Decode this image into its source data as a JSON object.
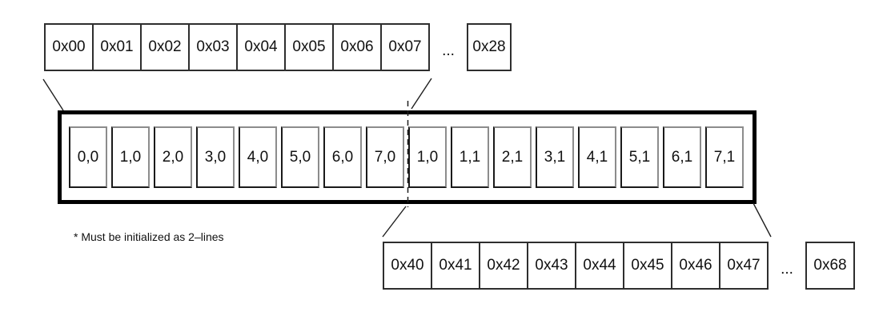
{
  "colors": {
    "background": "#ffffff",
    "frame_border": "#000000",
    "cell_border": "#2e2e2e",
    "line": "#1f1f1f",
    "text": "#111111"
  },
  "top_memory_row": {
    "cells": [
      "0x00",
      "0x01",
      "0x02",
      "0x03",
      "0x04",
      "0x05",
      "0x06",
      "0x07"
    ],
    "ellipsis": "...",
    "last_cell": "0x28"
  },
  "display_buffer": {
    "cells": [
      "0,0",
      "1,0",
      "2,0",
      "3,0",
      "4,0",
      "5,0",
      "6,0",
      "7,0",
      "1,0",
      "1,1",
      "2,1",
      "3,1",
      "4,1",
      "5,1",
      "6,1",
      "7,1"
    ]
  },
  "bottom_memory_row": {
    "cells": [
      "0x40",
      "0x41",
      "0x42",
      "0x43",
      "0x44",
      "0x45",
      "0x46",
      "0x47"
    ],
    "ellipsis": "...",
    "last_cell": "0x68"
  },
  "footnote": "* Must be initialized as 2–lines"
}
